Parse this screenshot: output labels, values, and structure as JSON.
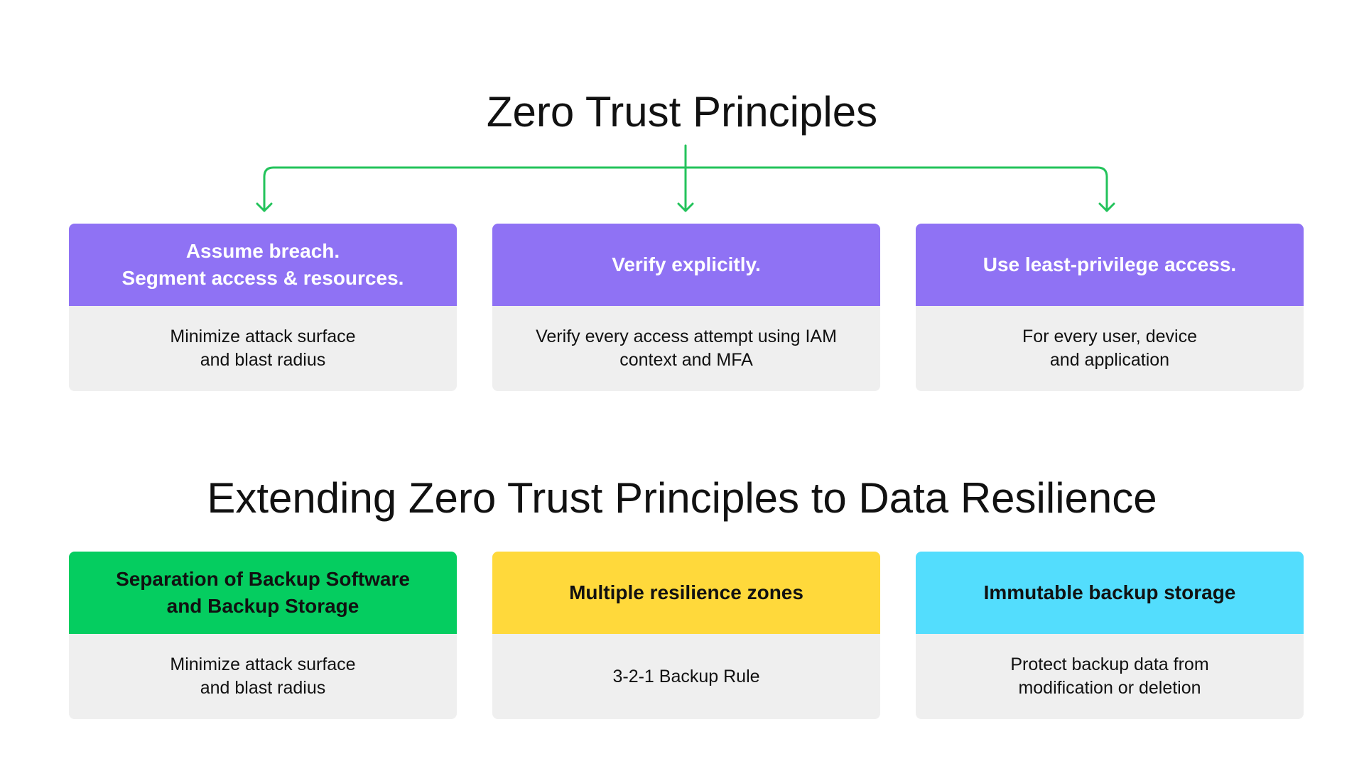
{
  "titles": {
    "top": "Zero Trust Principles",
    "bottom": "Extending Zero Trust Principles to Data Resilience"
  },
  "colors": {
    "connector": "#23c35b",
    "purple": "#8f72f4",
    "green": "#05cd60",
    "yellow": "#ffd93b",
    "cyan": "#53ddfd",
    "card_body": "#efefef"
  },
  "principles": [
    {
      "heading": "Assume breach.\nSegment access & resources.",
      "description": "Minimize attack surface\nand blast radius"
    },
    {
      "heading": "Verify explicitly.",
      "description": "Verify every access attempt using IAM\ncontext and MFA"
    },
    {
      "heading": "Use least-privilege access.",
      "description": "For every user, device\nand application"
    }
  ],
  "resilience": [
    {
      "heading": "Separation of Backup Software\nand Backup Storage",
      "description": "Minimize attack surface\nand blast radius"
    },
    {
      "heading": "Multiple resilience zones",
      "description": "3-2-1 Backup Rule"
    },
    {
      "heading": "Immutable backup storage",
      "description": "Protect backup data from\nmodification or deletion"
    }
  ]
}
